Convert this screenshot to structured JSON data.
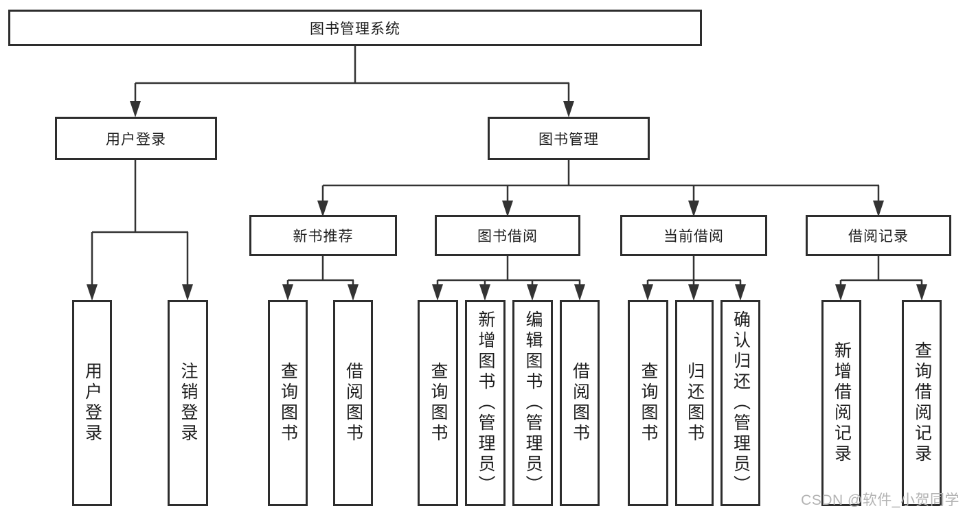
{
  "nodes": {
    "root": {
      "label": "图书管理系统"
    },
    "user_login": {
      "label": "用户登录"
    },
    "book_management": {
      "label": "图书管理"
    },
    "new_book_recommend": {
      "label": "新书推荐"
    },
    "book_borrowing": {
      "label": "图书借阅"
    },
    "current_borrowing": {
      "label": "当前借阅"
    },
    "borrowing_records": {
      "label": "借阅记录"
    },
    "leaf_user_login": {
      "label": "用户登录"
    },
    "leaf_logout": {
      "label": "注销登录"
    },
    "leaf_query_books_recommend": {
      "label": "查询图书"
    },
    "leaf_borrow_books_recommend": {
      "label": "借阅图书"
    },
    "leaf_query_books_borrowing": {
      "label": "查询图书"
    },
    "leaf_add_books_admin": {
      "label": "新增图书（管理员）"
    },
    "leaf_edit_books_admin": {
      "label": "编辑图书（管理员）"
    },
    "leaf_borrow_books_borrowing": {
      "label": "借阅图书"
    },
    "leaf_query_books_current": {
      "label": "查询图书"
    },
    "leaf_return_books": {
      "label": "归还图书"
    },
    "leaf_confirm_return_admin": {
      "label": "确认归还（管理员）"
    },
    "leaf_add_borrow_record": {
      "label": "新增借阅记录"
    },
    "leaf_query_borrow_record": {
      "label": "查询借阅记录"
    }
  },
  "watermark": {
    "text": "CSDN @软件_小贺同学"
  },
  "colors": {
    "line": "#333333",
    "box_border": "#2d2d2d",
    "text": "#1e1e1e",
    "watermark": "#b3b3b3",
    "background": "#ffffff"
  }
}
